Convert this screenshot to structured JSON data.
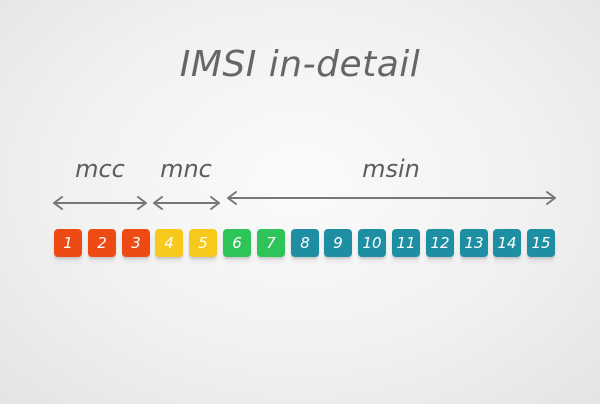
{
  "title": "IMSI in-detail",
  "segments": [
    {
      "label": "mcc",
      "digits": [
        1,
        2,
        3
      ]
    },
    {
      "label": "mnc",
      "digits": [
        4,
        5
      ]
    },
    {
      "label": "msin",
      "digits": [
        6,
        7,
        8,
        9,
        10,
        11,
        12,
        13,
        14,
        15
      ]
    }
  ],
  "digits": [
    {
      "value": "1",
      "color": "#ee4b14"
    },
    {
      "value": "2",
      "color": "#ee4b14"
    },
    {
      "value": "3",
      "color": "#ee4b14"
    },
    {
      "value": "4",
      "color": "#f6c91c"
    },
    {
      "value": "5",
      "color": "#f6c91c"
    },
    {
      "value": "6",
      "color": "#2fc45a"
    },
    {
      "value": "7",
      "color": "#2fc45a"
    },
    {
      "value": "8",
      "color": "#1e8fa2"
    },
    {
      "value": "9",
      "color": "#1e8fa2"
    },
    {
      "value": "10",
      "color": "#1e8fa2"
    },
    {
      "value": "11",
      "color": "#1e8fa2"
    },
    {
      "value": "12",
      "color": "#1e8fa2"
    },
    {
      "value": "13",
      "color": "#1e8fa2"
    },
    {
      "value": "14",
      "color": "#1e8fa2"
    },
    {
      "value": "15",
      "color": "#1e8fa2"
    }
  ],
  "colors": {
    "text": "#666666",
    "arrow": "#777777"
  }
}
